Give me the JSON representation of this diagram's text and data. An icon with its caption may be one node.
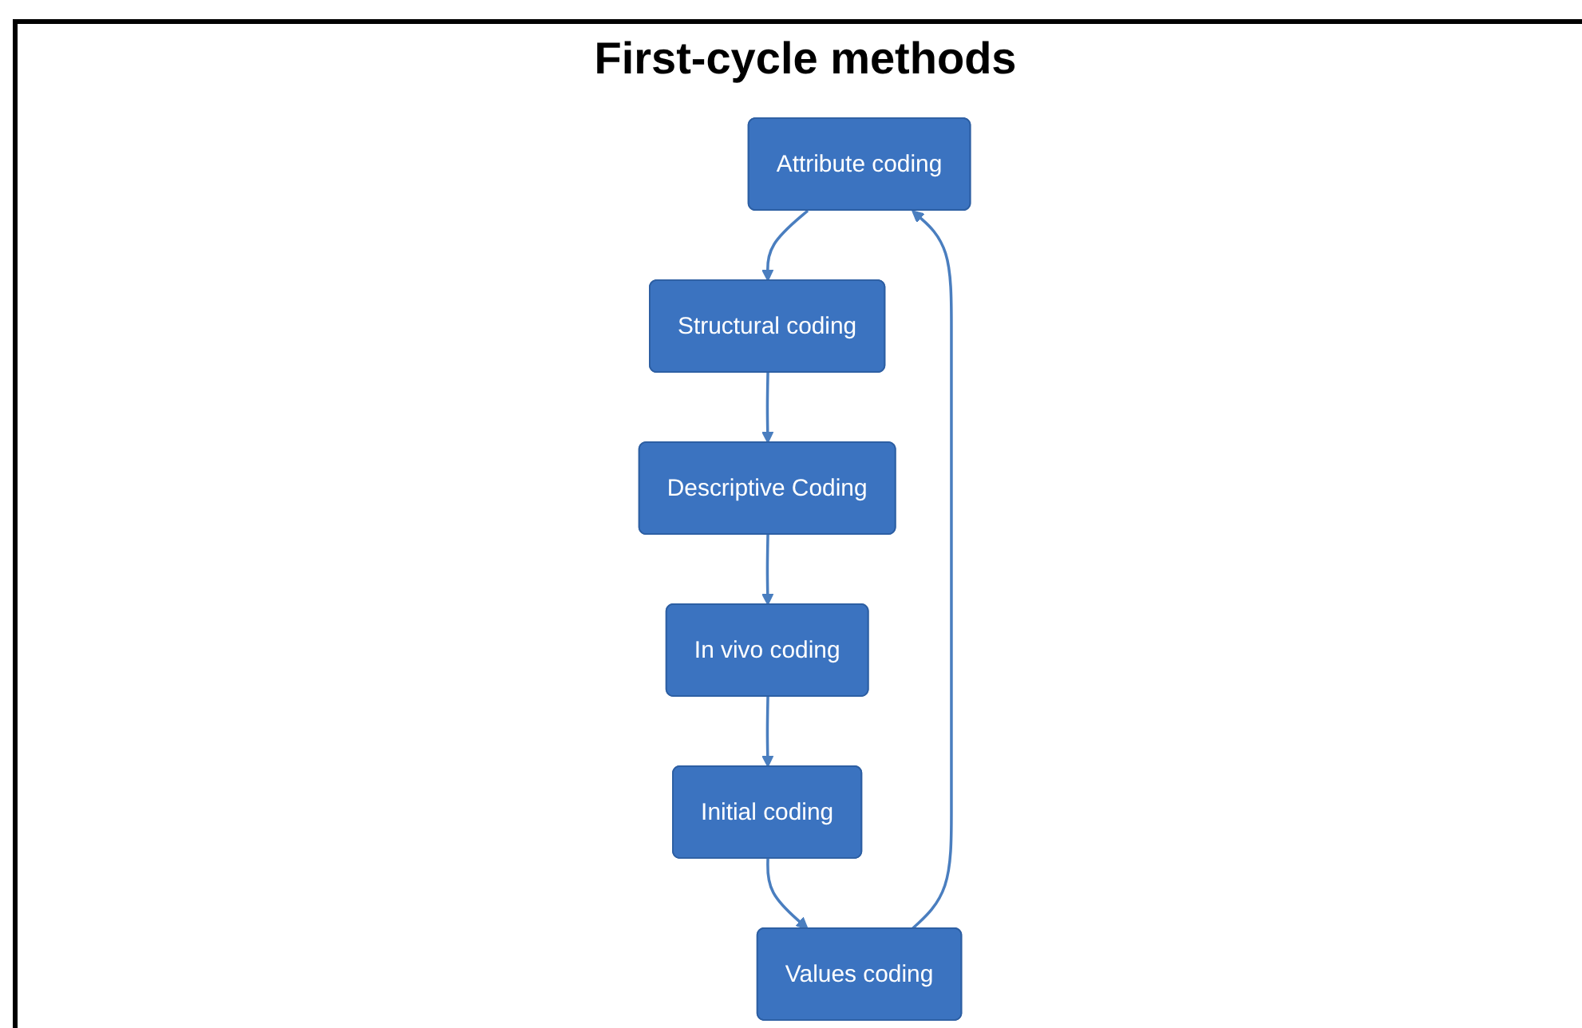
{
  "diagram": {
    "title": "First-cycle methods",
    "nodes": [
      {
        "text": [
          "Attribute coding"
        ]
      },
      {
        "text": [
          "Structural coding"
        ]
      },
      {
        "text": [
          "Descriptive Coding"
        ]
      },
      {
        "text": [
          "In vivo coding"
        ]
      },
      {
        "text": [
          "Initial coding"
        ]
      },
      {
        "text": [
          "Values coding"
        ]
      }
    ],
    "edges": [
      {
        "from": 0,
        "to": 1,
        "arrow": "to"
      },
      {
        "from": 1,
        "to": 2,
        "arrow": "to"
      },
      {
        "from": 2,
        "to": 3,
        "arrow": "to"
      },
      {
        "from": 3,
        "to": 4,
        "arrow": "to"
      },
      {
        "from": 4,
        "to": 5,
        "arrow": "to"
      },
      {
        "from": 5,
        "to": 0,
        "arrow": "to"
      }
    ]
  }
}
